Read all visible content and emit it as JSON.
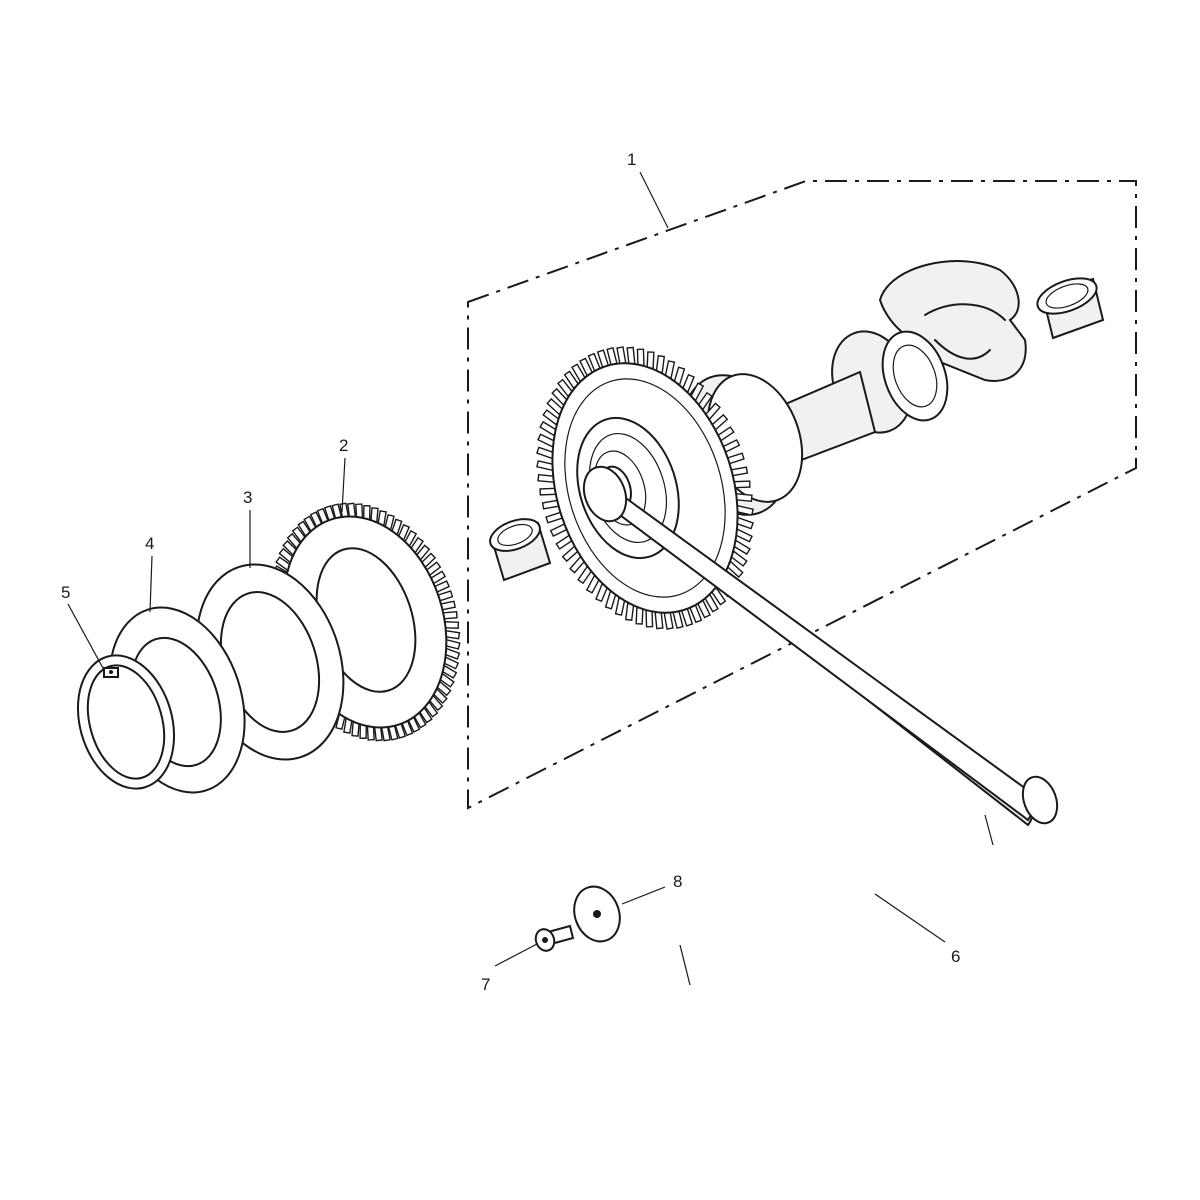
{
  "callouts": [
    {
      "id": "1",
      "text": "1"
    },
    {
      "id": "2",
      "text": "2"
    },
    {
      "id": "3",
      "text": "3"
    },
    {
      "id": "4",
      "text": "4"
    },
    {
      "id": "5",
      "text": "5"
    },
    {
      "id": "6",
      "text": "6"
    },
    {
      "id": "7",
      "text": "7"
    },
    {
      "id": "8",
      "text": "8"
    }
  ],
  "colors": {
    "line": "#1a1a1a",
    "background": "#ffffff",
    "shade": "#f1f1f1"
  }
}
